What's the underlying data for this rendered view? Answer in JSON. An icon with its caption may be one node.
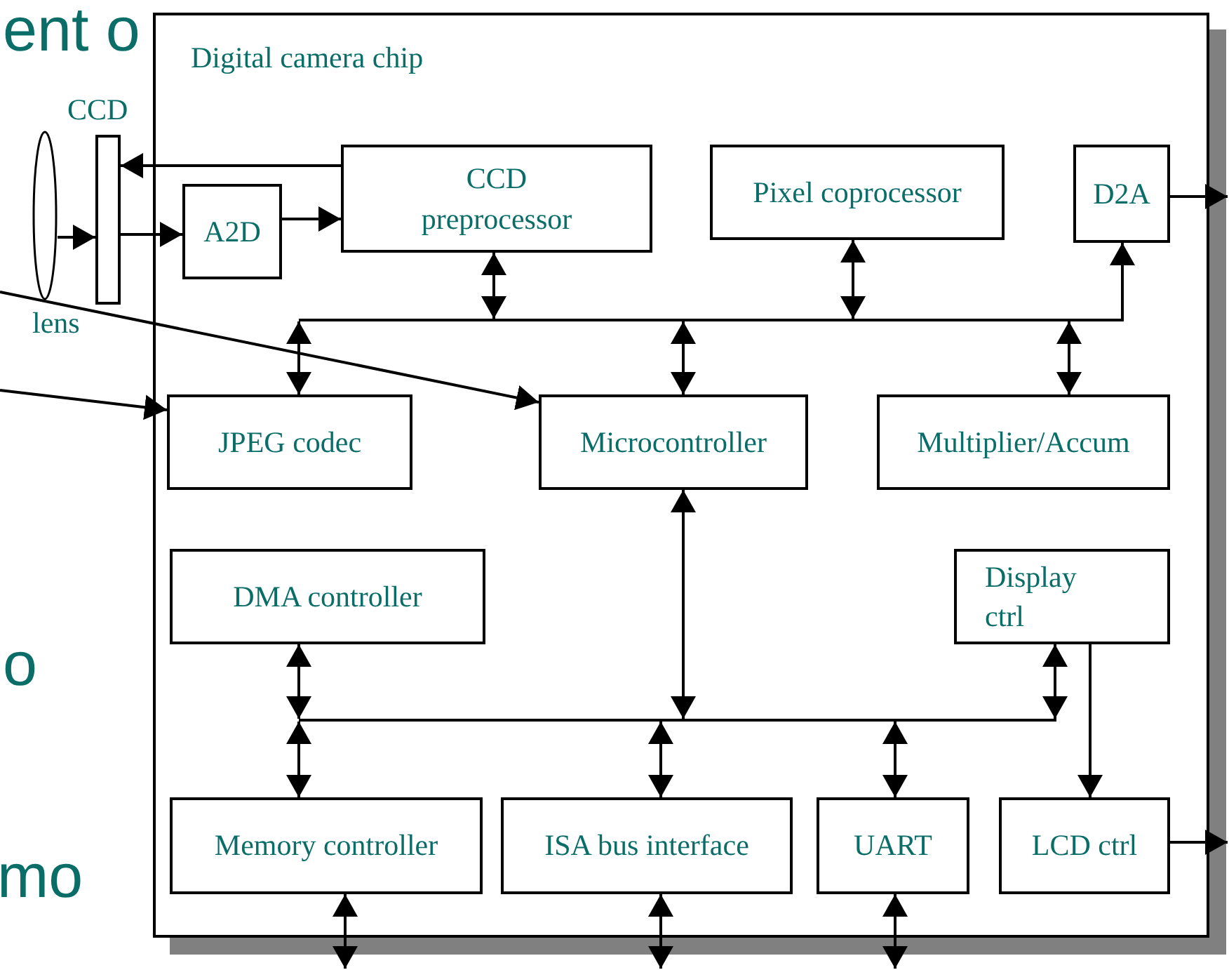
{
  "diagram": {
    "nodes": [
      {
        "text": [
          "Digital camera chip"
        ]
      },
      {
        "text": [],
        "shape": "ellipse",
        "beside": [
          "lens"
        ]
      },
      {
        "text": [
          "CCD"
        ]
      },
      {
        "text": [
          "A2D"
        ],
        "in": 0
      },
      {
        "text": [
          "CCD preprocessor"
        ],
        "in": 0
      },
      {
        "text": [
          "Pixel coprocessor"
        ],
        "in": 0
      },
      {
        "text": [
          "D2A"
        ],
        "in": 0
      },
      {
        "text": [
          "JPEG codec"
        ],
        "in": 0
      },
      {
        "text": [
          "Microcontroller"
        ],
        "in": 0
      },
      {
        "text": [
          "Multiplier/Accum"
        ],
        "in": 0
      },
      {
        "text": [
          "DMA controller"
        ],
        "in": 0
      },
      {
        "text": [
          "Display ctrl"
        ],
        "in": 0
      },
      {
        "text": [
          "Memory controller"
        ],
        "in": 0
      },
      {
        "text": [
          "ISA bus interface"
        ],
        "in": 0
      },
      {
        "text": [
          "UART"
        ],
        "in": 0
      },
      {
        "text": [
          "LCD ctrl"
        ],
        "in": 0
      },
      {
        "text": [],
        "shape": "bar",
        "in": 0
      },
      {
        "text": [],
        "shape": "bar",
        "in": 0
      }
    ],
    "edges": [
      {
        "from": 1,
        "to": 2,
        "arrow": "to"
      },
      {
        "from": 4,
        "to": 2,
        "arrow": "to"
      },
      {
        "from": 2,
        "to": 3,
        "arrow": "to"
      },
      {
        "from": 3,
        "to": 4,
        "arrow": "to"
      },
      {
        "from": 4,
        "to": 16,
        "arrow": "both"
      },
      {
        "from": 5,
        "to": 16,
        "arrow": "both"
      },
      {
        "from": 16,
        "to": 6,
        "arrow": "to"
      },
      {
        "from": 6,
        "to": null,
        "arrow": "to"
      },
      {
        "from": 16,
        "to": 7,
        "arrow": "both"
      },
      {
        "from": 16,
        "to": 8,
        "arrow": "both"
      },
      {
        "from": 16,
        "to": 9,
        "arrow": "both"
      },
      {
        "from": null,
        "to": 7,
        "arrow": "to"
      },
      {
        "from": null,
        "to": 8,
        "arrow": "to"
      },
      {
        "from": 10,
        "to": 17,
        "arrow": "both"
      },
      {
        "from": 8,
        "to": 17,
        "arrow": "both"
      },
      {
        "from": 11,
        "to": 17,
        "arrow": "both"
      },
      {
        "from": 11,
        "to": 15,
        "arrow": "to"
      },
      {
        "from": 17,
        "to": 12,
        "arrow": "both"
      },
      {
        "from": 17,
        "to": 13,
        "arrow": "both"
      },
      {
        "from": 17,
        "to": 14,
        "arrow": "both"
      },
      {
        "from": 15,
        "to": null,
        "arrow": "to"
      },
      {
        "from": 12,
        "to": null,
        "arrow": "both"
      },
      {
        "from": 13,
        "to": null,
        "arrow": "both"
      },
      {
        "from": 14,
        "to": null,
        "arrow": "both"
      }
    ],
    "labels": [
      "ent o",
      "o",
      "mo"
    ]
  }
}
